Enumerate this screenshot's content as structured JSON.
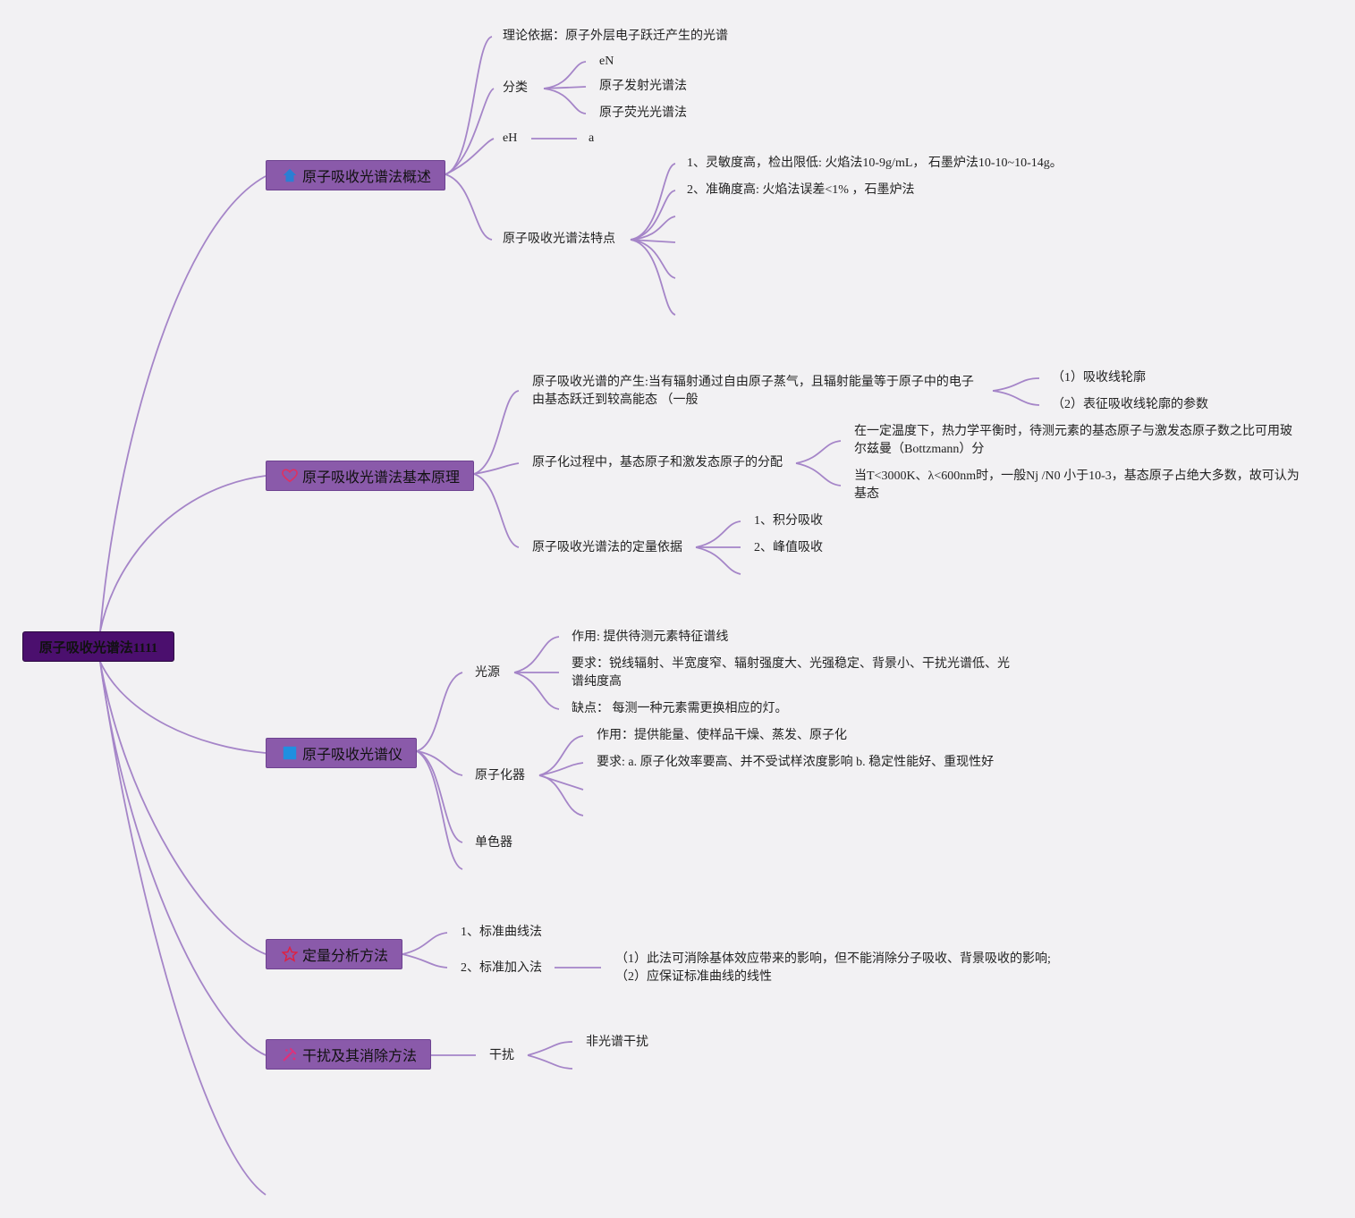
{
  "root": {
    "label": "原子吸收光谱法1111"
  },
  "colors": {
    "background": "#f2f1f3",
    "root_fill": "#4b0f6e",
    "topic_fill": "#8a5aaa",
    "line": "#a585c8"
  },
  "topics": [
    {
      "label": "原子吸收光谱法概述",
      "icon": "house-icon",
      "children": [
        {
          "label": "理论依据：原子外层电子跃迁产生的光谱"
        },
        {
          "label": "分类",
          "children": [
            "eN",
            "原子发射光谱法",
            "原子荧光光谱法"
          ]
        },
        {
          "label": "eH",
          "children": [
            "a"
          ]
        },
        {
          "label": "原子吸收光谱法特点",
          "children": [
            "1、灵敏度高，检出限低: 火焰法10-9g/mL， 石墨炉法10-10~10-14g。",
            "2、准确度高: 火焰法误差<1% ，石墨炉法"
          ]
        }
      ]
    },
    {
      "label": "原子吸收光谱法基本原理",
      "icon": "heart-icon",
      "children": [
        {
          "label": "原子吸收光谱的产生:当有辐射通过自由原子蒸气，且辐射能量等于原子中的电子由基态跃迁到较高能态 （一般",
          "children": [
            "（1）吸收线轮廓",
            "（2）表征吸收线轮廓的参数"
          ]
        },
        {
          "label": "原子化过程中，基态原子和激发态原子的分配",
          "children": [
            "在一定温度下，热力学平衡时，待测元素的基态原子与激发态原子数之比可用玻尔兹曼（Bottzmann）分",
            "当T<3000K、λ<600nm时，一般Nj /N0 小于10-3，基态原子占绝大多数，故可认为基态"
          ]
        },
        {
          "label": "原子吸收光谱法的定量依据",
          "children": [
            "1、积分吸收",
            "2、峰值吸收"
          ]
        }
      ]
    },
    {
      "label": "原子吸收光谱仪",
      "icon": "square-icon",
      "children": [
        {
          "label": "光源",
          "children": [
            "作用: 提供待测元素特征谱线",
            "要求：锐线辐射、半宽度窄、辐射强度大、光强稳定、背景小、干扰光谱低、光谱纯度高",
            "缺点： 每测一种元素需更换相应的灯。"
          ]
        },
        {
          "label": "原子化器",
          "children": [
            "作用：提供能量、使样品干燥、蒸发、原子化",
            "要求: a. 原子化效率要高、并不受试样浓度影响 b. 稳定性能好、重现性好"
          ]
        },
        {
          "label": "单色器"
        }
      ]
    },
    {
      "label": "定量分析方法",
      "icon": "star-icon",
      "children": [
        {
          "label": "1、标准曲线法"
        },
        {
          "label": "2、标准加入法",
          "children": [
            "（1）此法可消除基体效应带来的影响，但不能消除分子吸收、背景吸收的影响;",
            "（2）应保证标准曲线的线性"
          ]
        }
      ]
    },
    {
      "label": "干扰及其消除方法",
      "icon": "tools-icon",
      "children": [
        {
          "label": "干扰",
          "children": [
            "非光谱干扰"
          ]
        }
      ]
    }
  ]
}
